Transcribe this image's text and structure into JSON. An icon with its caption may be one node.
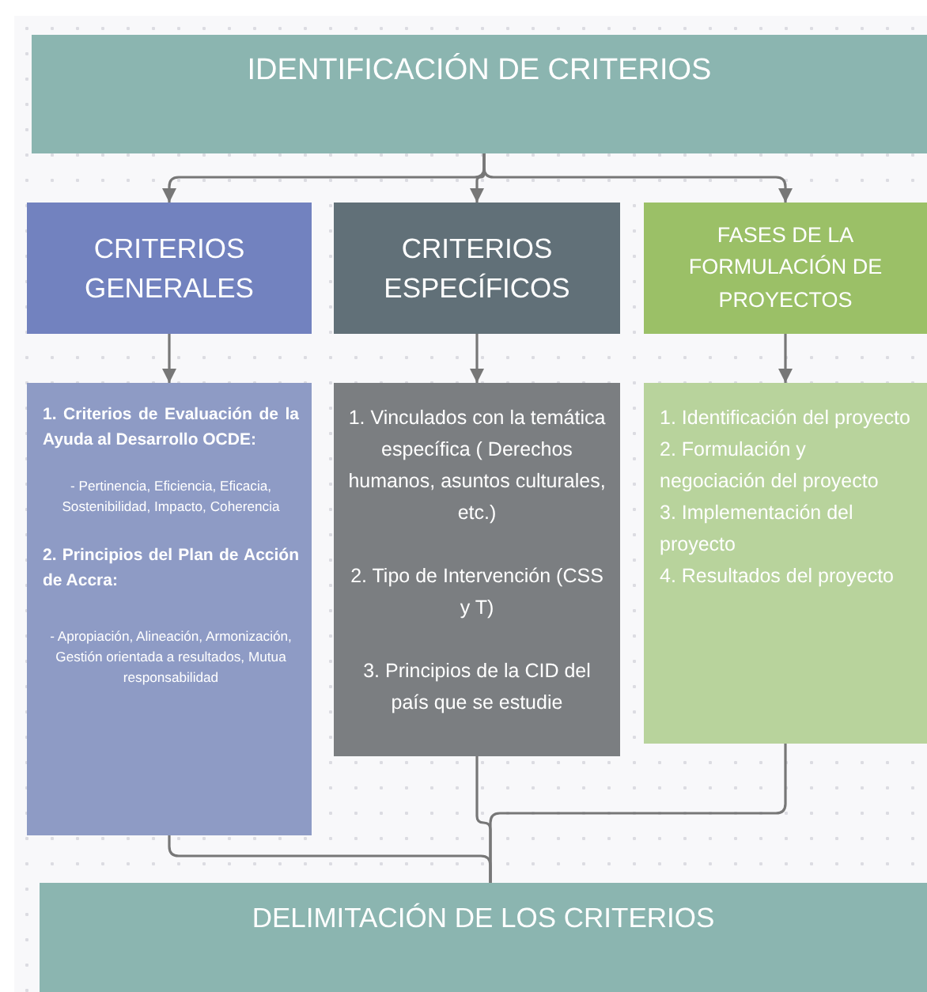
{
  "diagram": {
    "nodes": [
      {
        "text": [
          "IDENTIFICACIÓN DE CRITERIOS"
        ]
      },
      {
        "text": [
          "CRITERIOS GENERALES"
        ]
      },
      {
        "text": [
          "CRITERIOS ESPECÍFICOS"
        ]
      },
      {
        "text": [
          "FASES DE LA FORMULACIÓN DE PROYECTOS"
        ]
      },
      {
        "text": [
          "1. Criterios de Evaluación de la Ayuda al Desarrollo OCDE:",
          "- Pertinencia, Eficiencia, Eficacia, Sostenibilidad, Impacto, Coherencia",
          "2. Principios del Plan de Acción de Accra:",
          "- Apropiación, Alineación, Armonización, Gestión orientada a resultados, Mutua responsabilidad"
        ]
      },
      {
        "text": [
          "1. Vinculados con la temática específica ( Derechos humanos, asuntos culturales, etc.)",
          "2. Tipo de Intervención (CSS y T)",
          "3. Principios de la CID del país que se estudie"
        ]
      },
      {
        "text": [
          "1. Identificación del proyecto",
          "2. Formulación y negociación del proyecto",
          "3. Implementación del proyecto",
          "4. Resultados del proyecto"
        ]
      },
      {
        "text": [
          "DELIMITACIÓN DE LOS CRITERIOS"
        ]
      }
    ],
    "edges": [
      {
        "from": 0,
        "to": 1,
        "arrow": "to"
      },
      {
        "from": 0,
        "to": 2,
        "arrow": "to"
      },
      {
        "from": 0,
        "to": 3,
        "arrow": "to"
      },
      {
        "from": 1,
        "to": 4,
        "arrow": "to"
      },
      {
        "from": 2,
        "to": 5,
        "arrow": "to"
      },
      {
        "from": 3,
        "to": 6,
        "arrow": "to"
      },
      {
        "from": 4,
        "to": 7,
        "arrow": "none"
      },
      {
        "from": 5,
        "to": 7,
        "arrow": "none"
      },
      {
        "from": 6,
        "to": 7,
        "arrow": "none"
      }
    ]
  }
}
